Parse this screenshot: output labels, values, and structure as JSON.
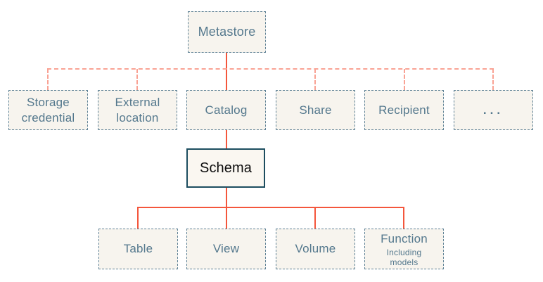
{
  "diagram": {
    "nodes": {
      "metastore": {
        "label": "Metastore"
      },
      "storage_credential": {
        "label": "Storage credential"
      },
      "external_location": {
        "label": "External location"
      },
      "catalog": {
        "label": "Catalog"
      },
      "share": {
        "label": "Share"
      },
      "recipient": {
        "label": "Recipient"
      },
      "ellipsis": {
        "label": "..."
      },
      "schema": {
        "label": "Schema"
      },
      "table": {
        "label": "Table"
      },
      "view": {
        "label": "View"
      },
      "volume": {
        "label": "Volume"
      },
      "function": {
        "label": "Function",
        "sublabel": "Including models"
      }
    },
    "colors": {
      "background": "#ffffff",
      "node_fill": "#f7f4ee",
      "node_border": "#5f8296",
      "node_text": "#54788d",
      "schema_border": "#1c4d5f",
      "schema_text": "#0d0d0d",
      "solid_connector": "#f4563c",
      "dashed_connector": "#f9a294"
    }
  }
}
